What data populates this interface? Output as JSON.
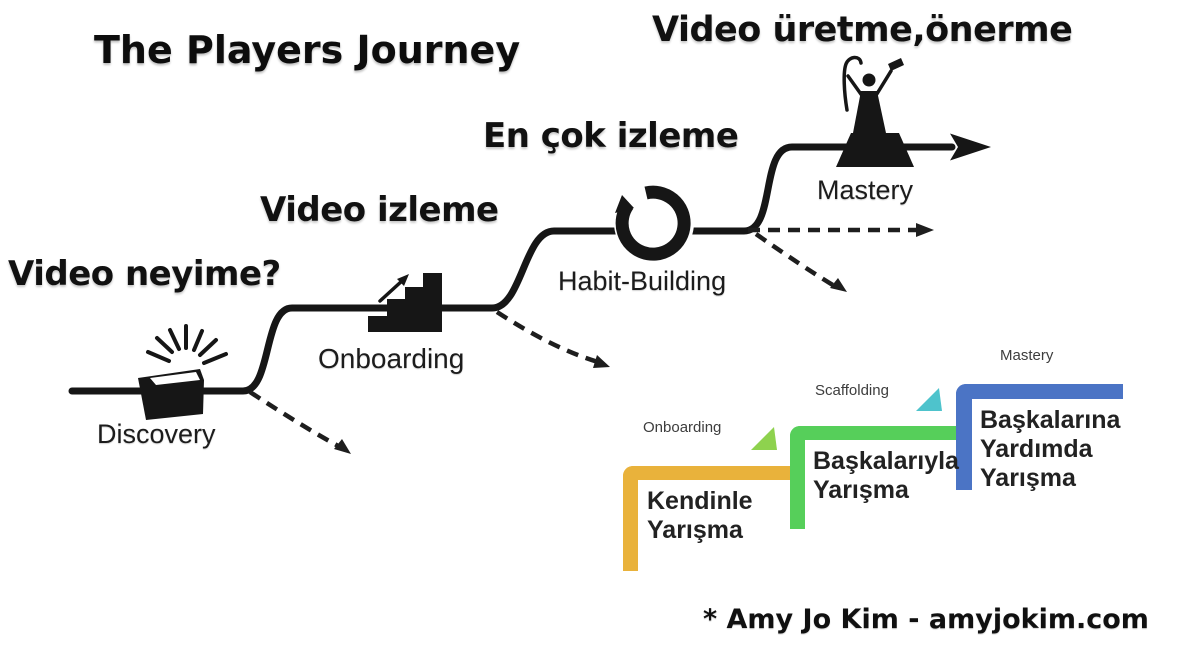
{
  "title": "The Players Journey",
  "attribution": "* Amy Jo Kim - amyjokim.com",
  "captions": {
    "discovery": "Video neyime?",
    "onboarding": "Video izleme",
    "habit_building": "En çok izleme",
    "mastery": "Video üretme,önerme"
  },
  "stages": {
    "discovery": {
      "label": "Discovery",
      "icon": "discovery-box-icon"
    },
    "onboarding": {
      "label": "Onboarding",
      "icon": "onboarding-stairs-icon"
    },
    "habit_building": {
      "label": "Habit-Building",
      "icon": "habit-building-loop-icon"
    },
    "mastery": {
      "label": "Mastery",
      "icon": "mastery-champion-icon"
    }
  },
  "step_chart": {
    "steps": [
      {
        "phase": "Onboarding",
        "label": "Kendinle\nYarışma",
        "color": "#E9B23B"
      },
      {
        "phase": "Scaffolding",
        "label": "Başkalarıyla\nYarışma",
        "color": "#56CF5A"
      },
      {
        "phase": "Mastery",
        "label": "Başkalarına\nYardımda\nYarışma",
        "color": "#4B74C5"
      }
    ],
    "triangle_colors": [
      "#8ED24E",
      "#4EC3CC"
    ]
  },
  "colors": {
    "ink": "#161616",
    "background": "#FFFFFF"
  }
}
